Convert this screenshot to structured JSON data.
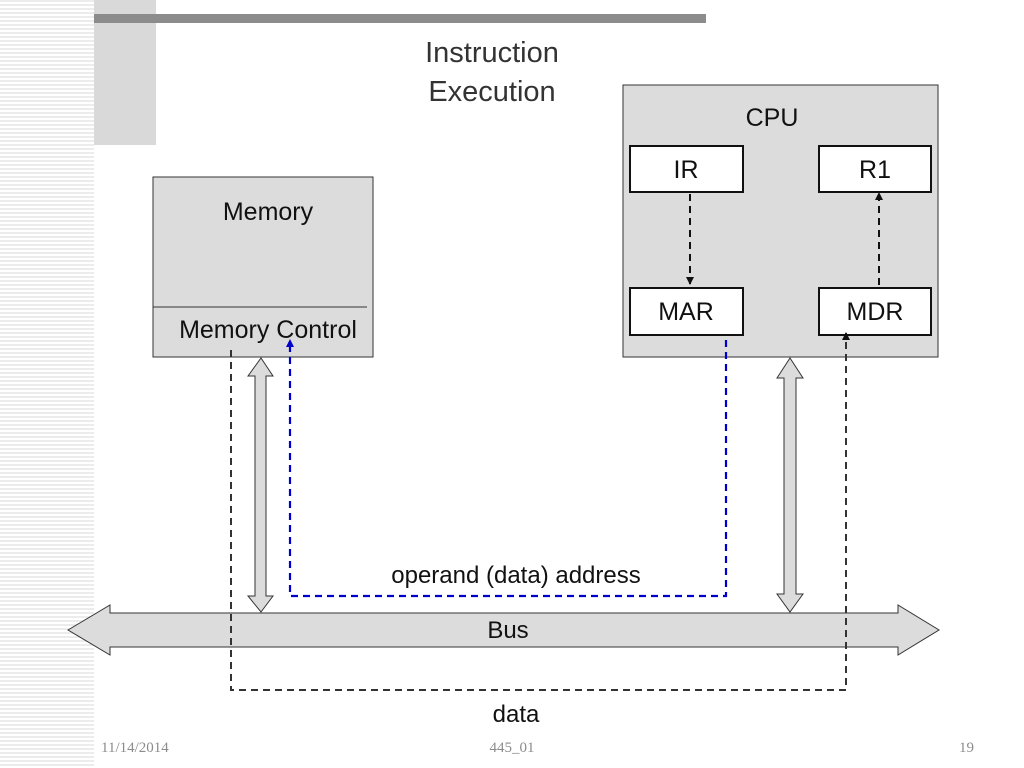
{
  "slide": {
    "title_line1": "Instruction",
    "title_line2": "Execution"
  },
  "diagram": {
    "memory_label": "Memory",
    "memory_control_label": "Memory Control",
    "cpu_label": "CPU",
    "ir_label": "IR",
    "r1_label": "R1",
    "mar_label": "MAR",
    "mdr_label": "MDR",
    "bus_label": "Bus",
    "address_label": "operand (data) address",
    "data_label": "data"
  },
  "colors": {
    "address_path": "#0000cc",
    "data_path": "#333333",
    "box_fill": "#dcdcdc"
  },
  "footer": {
    "date": "11/14/2014",
    "course": "445_01",
    "page": "19"
  }
}
